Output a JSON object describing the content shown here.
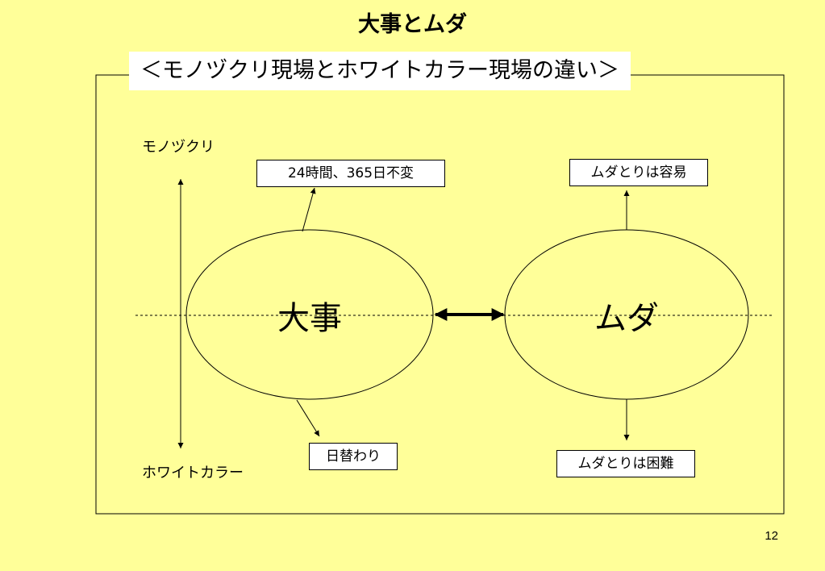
{
  "page": {
    "title": "大事とムダ",
    "page_number": "12"
  },
  "frame": {
    "title": "＜モノヅクリ現場とホワイトカラー現場の違い＞"
  },
  "axis": {
    "top_label": "モノヅクリ",
    "bottom_label": "ホワイトカラー"
  },
  "left_ellipse": {
    "label": "大事",
    "top_box": "24時間、365日不変",
    "bottom_box": "日替わり"
  },
  "right_ellipse": {
    "label": "ムダ",
    "top_box": "ムダとりは容易",
    "bottom_box": "ムダとりは困難"
  },
  "colors": {
    "background": "#ffff99",
    "box_fill": "#ffffff",
    "stroke": "#000000"
  }
}
